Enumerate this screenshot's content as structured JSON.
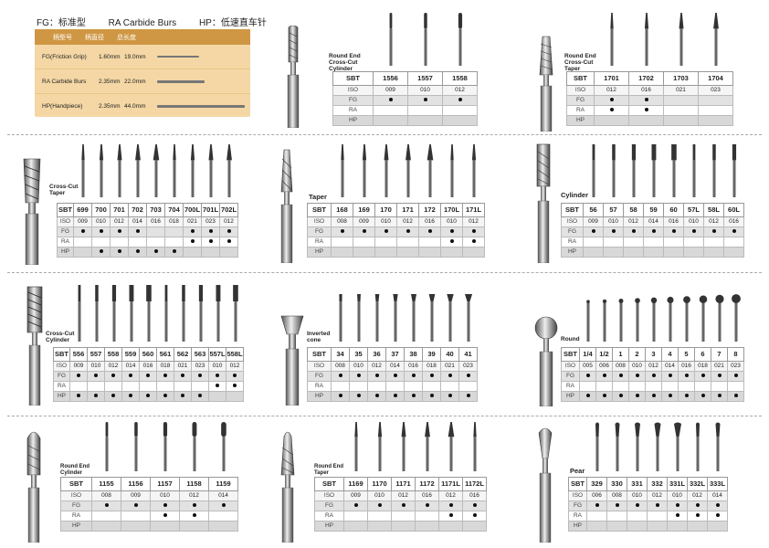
{
  "header": {
    "fg": "FG：标准型",
    "ra": "RA Carbide Burs",
    "hp": "HP：低速直车针"
  },
  "legend": {
    "columns": [
      "柄型号",
      "柄直径",
      "总长度"
    ],
    "rows": [
      {
        "name": "FG(Friction Grip)",
        "diameter": "1.60mm",
        "length": "19.0mm"
      },
      {
        "name": "RA Carbide Burs",
        "diameter": "2.35mm",
        "length": "22.0mm"
      },
      {
        "name": "HP(Handpiece)",
        "diameter": "2.35mm",
        "length": "44.0mm"
      }
    ]
  },
  "row_labels": {
    "sbt": "SBT",
    "iso": "ISO",
    "fg": "FG",
    "ra": "RA",
    "hp": "HP"
  },
  "groups": [
    {
      "id": "g1",
      "caption": "Round End Cross-Cut Cylinder",
      "sbt": [
        "1556",
        "1557",
        "1558"
      ],
      "iso": [
        "009",
        "010",
        "012"
      ],
      "fg": [
        1,
        1,
        1
      ],
      "ra": [
        0,
        0,
        0
      ],
      "hp": [
        0,
        0,
        0
      ]
    },
    {
      "id": "g2",
      "caption": "Round End Cross-Cut Taper",
      "sbt": [
        "1701",
        "1702",
        "1703",
        "1704"
      ],
      "iso": [
        "012",
        "016",
        "021",
        "023"
      ],
      "fg": [
        1,
        1,
        0,
        0
      ],
      "ra": [
        1,
        1,
        0,
        0
      ],
      "hp": [
        0,
        0,
        0,
        0
      ]
    },
    {
      "id": "g3",
      "caption": "Cross-Cut Taper",
      "sbt": [
        "699",
        "700",
        "701",
        "702",
        "703",
        "704",
        "700L",
        "701L",
        "702L"
      ],
      "iso": [
        "009",
        "010",
        "012",
        "014",
        "016",
        "018",
        "021",
        "023",
        "012"
      ],
      "fg": [
        1,
        1,
        1,
        1,
        0,
        0,
        1,
        1,
        1
      ],
      "ra": [
        0,
        0,
        0,
        0,
        0,
        0,
        1,
        1,
        1
      ],
      "hp": [
        0,
        1,
        1,
        1,
        1,
        1,
        0,
        0,
        0
      ]
    },
    {
      "id": "g4",
      "caption": "Taper",
      "sbt": [
        "168",
        "169",
        "170",
        "171",
        "172",
        "170L",
        "171L"
      ],
      "iso": [
        "008",
        "009",
        "010",
        "012",
        "016",
        "010",
        "012"
      ],
      "fg": [
        1,
        1,
        1,
        1,
        1,
        1,
        1
      ],
      "ra": [
        0,
        0,
        0,
        0,
        0,
        1,
        1
      ],
      "hp": [
        0,
        0,
        0,
        0,
        0,
        0,
        0
      ]
    },
    {
      "id": "g5",
      "caption": "Cylinder",
      "sbt": [
        "56",
        "57",
        "58",
        "59",
        "60",
        "57L",
        "58L",
        "60L"
      ],
      "iso": [
        "009",
        "010",
        "012",
        "014",
        "016",
        "010",
        "012",
        "016"
      ],
      "fg": [
        1,
        1,
        1,
        1,
        1,
        1,
        1,
        1
      ],
      "ra": [
        0,
        0,
        0,
        0,
        0,
        0,
        0,
        0
      ],
      "hp": [
        0,
        0,
        0,
        0,
        0,
        0,
        0,
        0
      ]
    },
    {
      "id": "g6",
      "caption": "Cross-Cut Cylinder",
      "sbt": [
        "556",
        "557",
        "558",
        "559",
        "560",
        "561",
        "562",
        "563",
        "557L",
        "558L"
      ],
      "iso": [
        "009",
        "010",
        "012",
        "014",
        "016",
        "018",
        "021",
        "023",
        "010",
        "012"
      ],
      "fg": [
        1,
        1,
        1,
        1,
        1,
        1,
        1,
        1,
        1,
        1
      ],
      "ra": [
        0,
        0,
        0,
        0,
        0,
        0,
        0,
        0,
        1,
        1
      ],
      "hp": [
        1,
        1,
        1,
        1,
        1,
        1,
        1,
        1,
        0,
        0
      ]
    },
    {
      "id": "g7",
      "caption": "Inverted cone",
      "sbt": [
        "34",
        "35",
        "36",
        "37",
        "38",
        "39",
        "40",
        "41"
      ],
      "iso": [
        "008",
        "010",
        "012",
        "014",
        "016",
        "018",
        "021",
        "023"
      ],
      "fg": [
        1,
        1,
        1,
        1,
        1,
        1,
        1,
        1
      ],
      "ra": [
        0,
        0,
        0,
        0,
        0,
        0,
        0,
        0
      ],
      "hp": [
        1,
        1,
        1,
        1,
        1,
        1,
        1,
        1
      ]
    },
    {
      "id": "g8",
      "caption": "Round",
      "sbt": [
        "1/4",
        "1/2",
        "1",
        "2",
        "3",
        "4",
        "5",
        "6",
        "7",
        "8"
      ],
      "iso": [
        "005",
        "006",
        "008",
        "010",
        "012",
        "014",
        "016",
        "018",
        "021",
        "023"
      ],
      "fg": [
        1,
        1,
        1,
        1,
        1,
        1,
        1,
        1,
        1,
        1
      ],
      "ra": [
        0,
        0,
        0,
        0,
        0,
        0,
        0,
        0,
        0,
        0
      ],
      "hp": [
        1,
        1,
        1,
        1,
        1,
        1,
        1,
        1,
        1,
        1
      ]
    },
    {
      "id": "g9",
      "caption": "Round End Cylinder",
      "sbt": [
        "1155",
        "1156",
        "1157",
        "1158",
        "1159"
      ],
      "iso": [
        "008",
        "009",
        "010",
        "012",
        "014"
      ],
      "fg": [
        1,
        1,
        1,
        1,
        1
      ],
      "ra": [
        0,
        0,
        1,
        1,
        0
      ],
      "hp": [
        0,
        0,
        0,
        0,
        0
      ]
    },
    {
      "id": "g10",
      "caption": "Round End Taper",
      "sbt": [
        "1169",
        "1170",
        "1171",
        "1172",
        "1171L",
        "1172L"
      ],
      "iso": [
        "009",
        "010",
        "012",
        "016",
        "012",
        "016"
      ],
      "fg": [
        1,
        1,
        1,
        1,
        1,
        1
      ],
      "ra": [
        0,
        0,
        0,
        0,
        1,
        1
      ],
      "hp": [
        0,
        0,
        0,
        0,
        0,
        0
      ]
    },
    {
      "id": "g11",
      "caption": "Pear",
      "sbt": [
        "329",
        "330",
        "331",
        "332",
        "331L",
        "332L",
        "333L"
      ],
      "iso": [
        "006",
        "008",
        "010",
        "012",
        "010",
        "012",
        "014"
      ],
      "fg": [
        1,
        1,
        1,
        1,
        1,
        1,
        1
      ],
      "ra": [
        0,
        0,
        0,
        0,
        1,
        1,
        1
      ],
      "hp": [
        0,
        0,
        0,
        0,
        0,
        0,
        0
      ]
    }
  ]
}
